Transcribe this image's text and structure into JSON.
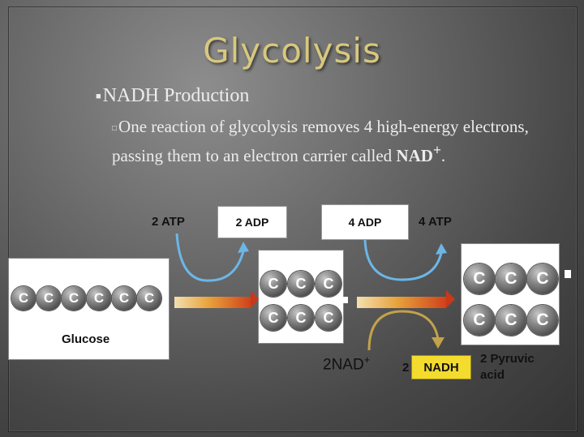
{
  "slide": {
    "title": "Glycolysis",
    "bullet_main": "NADH Production",
    "bullet_sub_text": "One reaction of glycolysis removes 4 high-energy electrons, passing them to an electron carrier called ",
    "bullet_sub_bold": "NAD",
    "bullet_sub_sup": "+",
    "bullet_sub_end": "."
  },
  "diagram": {
    "atom_symbol": "C",
    "glucose_label": "Glucose",
    "step1_in": "2 ATP",
    "step1_out": "2 ADP",
    "step2_in": "4 ADP",
    "step2_out": "4 ATP",
    "nad_in": "2NAD",
    "nad_in_sup": "+",
    "nadh_prefix": "2",
    "nadh_label": "NADH",
    "product_label_line1": "2 Pyruvic",
    "product_label_line2": "acid"
  },
  "colors": {
    "title": "#d8c87e",
    "blue_arrow": "#6cb6e6",
    "gold_arrow": "#c2a24a",
    "nadh_box": "#f3dc2e"
  }
}
